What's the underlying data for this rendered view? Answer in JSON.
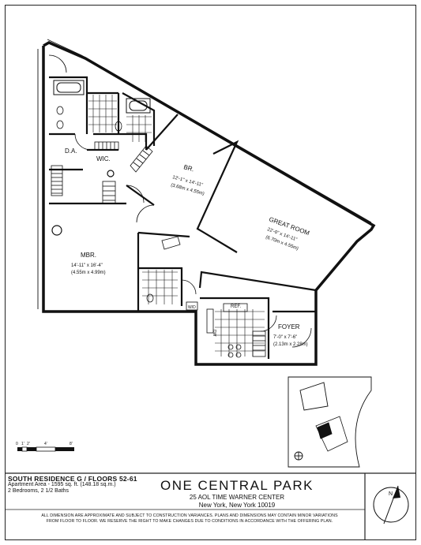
{
  "rooms": {
    "br": {
      "name": "BR.",
      "dims_imperial": "12'-1\" x 14'-11\"",
      "dims_metric": "(3.68m x 4.55m)"
    },
    "great_room": {
      "name": "GREAT ROOM",
      "dims_imperial": "22'-0\" x 14'-11\"",
      "dims_metric": "(6.70m x 4.55m)"
    },
    "mbr": {
      "name": "MBR.",
      "dims_imperial": "14'-11\" x 16'-4\"",
      "dims_metric": "(4.55m x 4.99m)"
    },
    "foyer": {
      "name": "FOYER",
      "dims_imperial": "7'-0\" x 7'-6\"",
      "dims_metric": "(2.13m x 2.28m)"
    },
    "da": {
      "name": "D.A."
    },
    "wic": {
      "name": "WIC."
    }
  },
  "fixtures": {
    "ref": "REF.",
    "dw": "DW",
    "wd": "W/D"
  },
  "scale_bar": {
    "labels": [
      "0",
      "1'",
      "2'",
      "4'",
      "8'"
    ]
  },
  "north_label": "N",
  "footer": {
    "residence": "SOUTH RESIDENCE G / FLOORS 52-61",
    "area": "Apartment Area - 1595 sq. ft. (148.18 sq.m.)",
    "beds_baths": "2 Bedrooms, 2 1/2 Baths",
    "building": "ONE CENTRAL PARK",
    "address1": "25 AOL TIME WARNER CENTER",
    "address2": "New York, New York 10019",
    "disclaimer1": "ALL DIMENSION ARE APPROXIMATE AND SUBJECT TO CONSTRUCTION VARIANCES. PLANS AND DIMENSIONS MAY CONTAIN MINOR VARIATIONS",
    "disclaimer2": "FROM FLOOR TO FLOOR. WE RESERVE THE RIGHT TO MAKE CHANGES DUE TO CONDITIONS IN ACCORDANCE WITH THE OFFERING PLAN."
  }
}
